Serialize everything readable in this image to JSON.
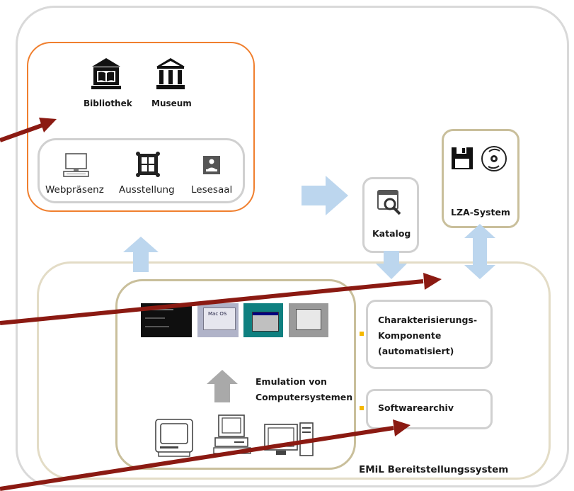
{
  "institutions": {
    "library": {
      "label": "Bibliothek",
      "icon": "library-icon"
    },
    "museum": {
      "label": "Museum",
      "icon": "museum-icon"
    }
  },
  "services": [
    {
      "label": "Webpräsenz",
      "icon": "monitor-icon"
    },
    {
      "label": "Ausstellung",
      "icon": "picture-frame-icon"
    },
    {
      "label": "Lesesaal",
      "icon": "reading-room-icon"
    }
  ],
  "catalog": {
    "label": "Katalog",
    "icon": "catalog-search-icon"
  },
  "lza": {
    "label": "LZA-System",
    "icon": "floppy-disc-cd-icon"
  },
  "emulation": {
    "label": "Emulation von\nComputersystemen",
    "screens": [
      "dos-screen",
      "mac-os-screen",
      "windows-screen",
      "gem-screen"
    ],
    "screen_text": "Mac OS"
  },
  "characterization": {
    "label": "Charakterisierungs-\nKomponente\n(automatisiert)"
  },
  "software_archive": {
    "label": "Softwarearchiv"
  },
  "emil": {
    "label": "EMiL Bereitstellungssystem"
  },
  "colors": {
    "orange": "#f07f2e",
    "tan": "#c9bf9b",
    "light_tan": "#e3dcc6",
    "outer_gray": "#d9d9d9",
    "inner_gray": "#d0d0d0",
    "arrow_blue": "#bcd6ee",
    "arrow_gray": "#a9a9a9",
    "pointer_red": "#8b1a12",
    "accent_yellow": "#f5b800"
  }
}
